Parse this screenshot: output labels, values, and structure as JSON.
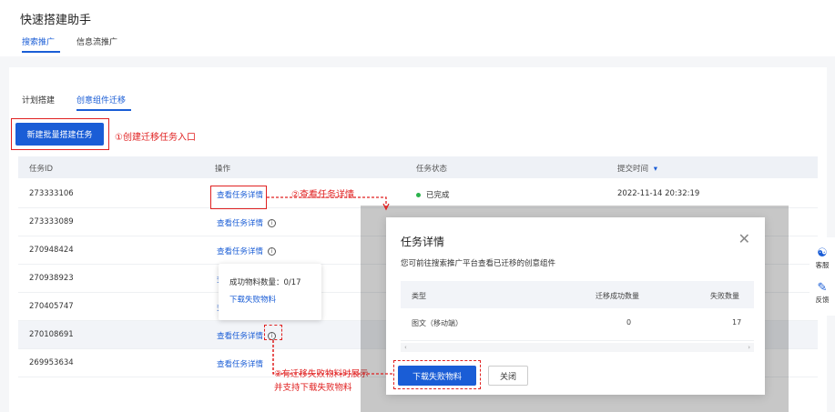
{
  "page": {
    "title": "快速搭建助手"
  },
  "top_tabs": [
    {
      "label": "搜索推广",
      "active": true
    },
    {
      "label": "信息流推广",
      "active": false
    }
  ],
  "sub_tabs": [
    {
      "label": "计划搭建",
      "active": false
    },
    {
      "label": "创意组件迁移",
      "active": true
    }
  ],
  "create_button": {
    "label": "新建批量搭建任务"
  },
  "table": {
    "headers": [
      "任务ID",
      "操作",
      "任务状态",
      "提交时间"
    ],
    "sort_icon": "sort-desc-icon",
    "rows": [
      {
        "id": "273333106",
        "action": "查看任务详情",
        "status": "已完成",
        "time": "2022-11-14 20:32:19",
        "info": false
      },
      {
        "id": "273333089",
        "action": "查看任务详情",
        "status": "",
        "time": "",
        "info": true
      },
      {
        "id": "270948424",
        "action": "查看任务详情",
        "status": "",
        "time": "",
        "info": true
      },
      {
        "id": "270938923",
        "action": "查",
        "status": "",
        "time": "",
        "info": false
      },
      {
        "id": "270405747",
        "action": "查",
        "status": "",
        "time": "",
        "info": false
      },
      {
        "id": "270108691",
        "action": "查看任务详情",
        "status": "",
        "time": "",
        "info": true
      },
      {
        "id": "269953634",
        "action": "查看任务详情",
        "status": "",
        "time": "",
        "info": false
      }
    ]
  },
  "popover": {
    "text": "成功物料数量：0/17",
    "link": "下载失败物料"
  },
  "modal": {
    "title": "任务详情",
    "description": "您可前往搜索推广平台查看已迁移的创意组件",
    "headers": [
      "类型",
      "迁移成功数量",
      "失败数量"
    ],
    "row": {
      "type": "图文（移动端）",
      "success": "0",
      "fail": "17"
    },
    "download_button": "下载失败物料",
    "close_button": "关闭"
  },
  "annotations": {
    "a1": "①创建迁移任务入口",
    "a2": "②查看任务详情",
    "a3_line1": "③有迁移失败物料时展示",
    "a3_line2": "并支持下载失败物料"
  },
  "side_float": {
    "service": "客服",
    "feedback": "反馈"
  },
  "colors": {
    "primary": "#1a5dd6",
    "annotation": "#e02020",
    "success": "#2bb24c"
  }
}
